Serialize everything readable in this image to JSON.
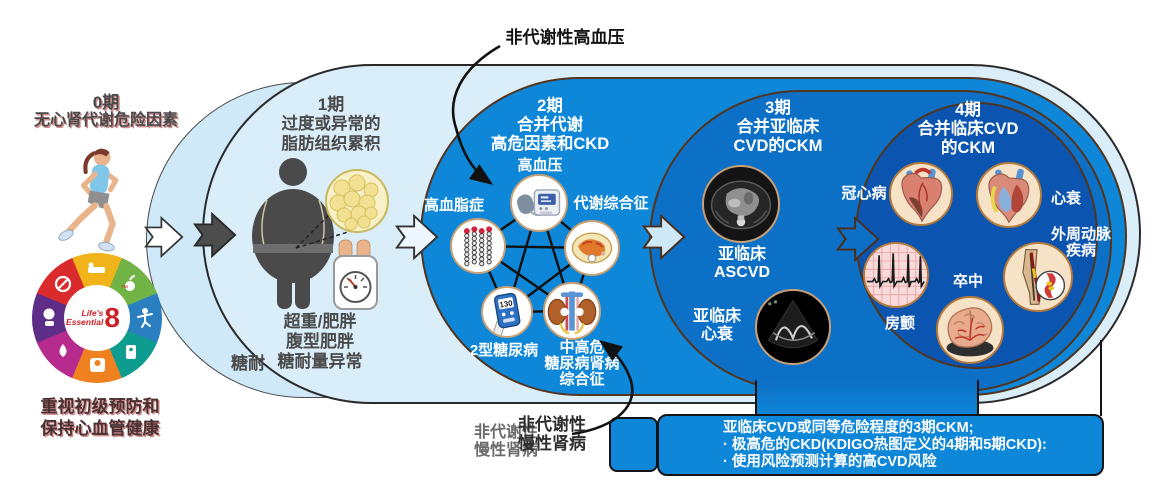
{
  "colors": {
    "stage1_fill": "#daeefa",
    "stage2_fill": "#0e87d9",
    "stage3_fill": "#0c70c6",
    "stage4_fill": "#0b55b1",
    "outer_band_fill": "#cfe9f8",
    "stage_outline_brown": "#53341c",
    "stage1_outline": "#2a2a2a",
    "box_fill": "#0e87d9",
    "le8_red": "#cc2027",
    "stage_title_text": "#ffffff",
    "stage1_text": "#4a4a4a"
  },
  "stage0": {
    "title_line1": "0期",
    "title_line2": "无心肾代谢危险因素",
    "caption_line1": "重视初级预防和",
    "caption_line2": "保持心血管健康",
    "le8": {
      "word1": "Life's",
      "word2": "Essential",
      "number": "8",
      "tm": "™"
    }
  },
  "stage1": {
    "title_line1": "1期",
    "title_line2": "过度或异常的",
    "title_line3": "脂肪组织累积",
    "caption_line1": "超重/肥胖",
    "caption_line2": "腹型肥胖",
    "caption_line3": "糖耐量异常",
    "occluded_text": "糖耐"
  },
  "stage2": {
    "title_line1": "2期",
    "title_line2": "合并代谢",
    "title_line3": "高危因素和CKD",
    "items": {
      "hypertension": "高血压",
      "hyperlipidemia": "高血脂症",
      "metabolic_syndrome": "代谢综合征",
      "t2dm": "2型糖尿病",
      "dkd_line1": "中高危",
      "dkd_line2": "糖尿病肾病",
      "dkd_line3": "综合征"
    },
    "glucometer_reading": "130"
  },
  "stage3": {
    "title_line1": "3期",
    "title_line2": "合并亚临床",
    "title_line3": "CVD的CKM",
    "ascvd_line1": "亚临床",
    "ascvd_line2": "ASCVD",
    "hf_line1": "亚临床",
    "hf_line2": "心衰"
  },
  "stage4": {
    "title_line1": "4期",
    "title_line2": "合并临床CVD",
    "title_line3": "的CKM",
    "items": {
      "chd": "冠心病",
      "hf": "心衰",
      "pad_line1": "外周动脉",
      "pad_line2": "疾病",
      "afib": "房颤",
      "stroke": "卒中"
    }
  },
  "annotations": {
    "top": "非代谢性高血压",
    "bottom_gray_line1": "非代谢性",
    "bottom_gray_line2": "慢性肾病",
    "bottom_dark_line1": "非代谢性",
    "bottom_dark_line2": "慢性肾病"
  },
  "bottom_box": {
    "line1": "亚临床CVD或同等危险程度的3期CKM;",
    "line2": "· 极高危的CKD(KDIGO热图定义的4期和5期CKD):",
    "line3": "· 使用风险预测计算的高CVD风险"
  }
}
